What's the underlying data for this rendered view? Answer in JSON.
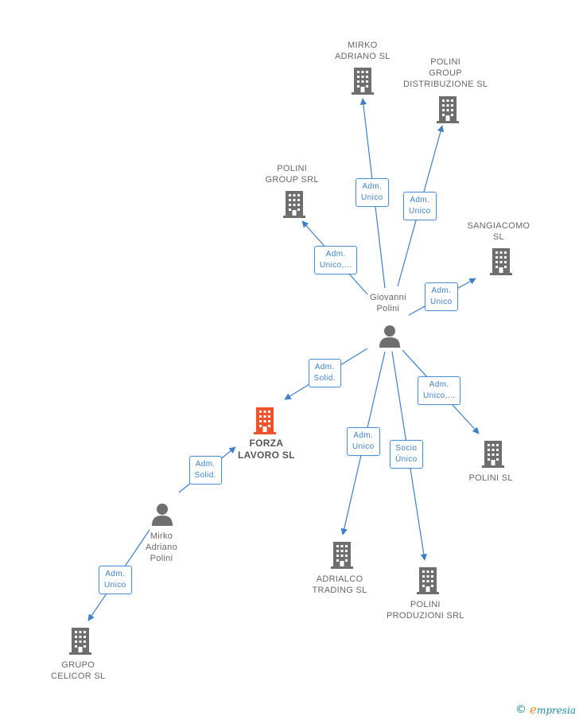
{
  "colors": {
    "edge": "#3d7fc9",
    "building": "#6e6e6e",
    "building_highlight": "#f0532b",
    "person": "#6e6e6e"
  },
  "nodes": [
    {
      "id": "mirko_adriano_sl",
      "type": "company",
      "label": "MIRKO\nADRIANO SL"
    },
    {
      "id": "polini_group_dist",
      "type": "company",
      "label": "POLINI\nGROUP\nDISTRIBUZIONE SL"
    },
    {
      "id": "polini_group_srl",
      "type": "company",
      "label": "POLINI\nGROUP SRL"
    },
    {
      "id": "sangiacomo_sl",
      "type": "company",
      "label": "SANGIACOMO\nSL"
    },
    {
      "id": "giovanni_polini",
      "type": "person",
      "label": "Giovanni\nPolini"
    },
    {
      "id": "forza_lavoro",
      "type": "company",
      "label": "FORZA\nLAVORO SL",
      "highlight": true
    },
    {
      "id": "polini_sl",
      "type": "company",
      "label": "POLINI SL"
    },
    {
      "id": "mirko_adriano_polini",
      "type": "person",
      "label": "Mirko\nAdriano\nPolini"
    },
    {
      "id": "adrialco_trading",
      "type": "company",
      "label": "ADRIALCO\nTRADING  SL"
    },
    {
      "id": "polini_produzioni",
      "type": "company",
      "label": "POLINI\nPRODUZIONI SRL"
    },
    {
      "id": "grupo_celicor",
      "type": "company",
      "label": "GRUPO\nCELICOR SL"
    }
  ],
  "edges": [
    {
      "id": "e1",
      "from": "giovanni_polini",
      "to": "mirko_adriano_sl",
      "label": "Adm.\nUnico"
    },
    {
      "id": "e2",
      "from": "giovanni_polini",
      "to": "polini_group_dist",
      "label": "Adm.\nUnico"
    },
    {
      "id": "e3",
      "from": "giovanni_polini",
      "to": "polini_group_srl",
      "label": "Adm.\nUnico,..."
    },
    {
      "id": "e4",
      "from": "giovanni_polini",
      "to": "sangiacomo_sl",
      "label": "Adm.\nUnico"
    },
    {
      "id": "e5",
      "from": "giovanni_polini",
      "to": "forza_lavoro",
      "label": "Adm.\nSolid."
    },
    {
      "id": "e6",
      "from": "giovanni_polini",
      "to": "polini_sl",
      "label": "Adm.\nUnico,..."
    },
    {
      "id": "e7",
      "from": "giovanni_polini",
      "to": "adrialco_trading",
      "label": "Adm.\nUnico"
    },
    {
      "id": "e8",
      "from": "giovanni_polini",
      "to": "polini_produzioni",
      "label": "Socio\nÚnico"
    },
    {
      "id": "e9",
      "from": "mirko_adriano_polini",
      "to": "forza_lavoro",
      "label": "Adm.\nSolid."
    },
    {
      "id": "e10",
      "from": "mirko_adriano_polini",
      "to": "grupo_celicor",
      "label": "Adm.\nUnico"
    }
  ],
  "brand": {
    "copyright": "©",
    "e": "e",
    "name": "mpresia"
  }
}
